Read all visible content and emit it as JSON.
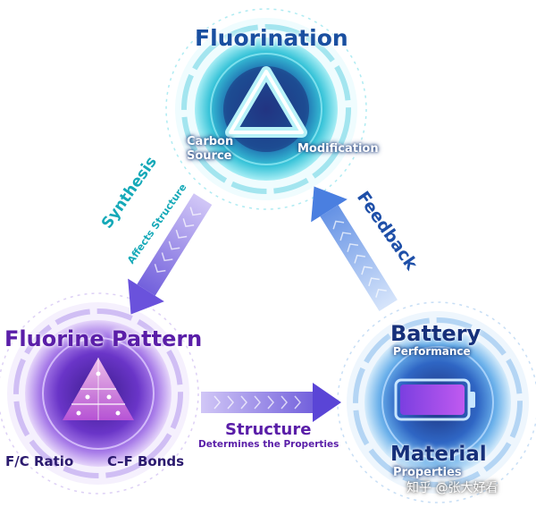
{
  "nodes": {
    "fluorination": {
      "title": "Fluorination",
      "left_label_line1": "Carbon",
      "left_label_line2": "Source",
      "right_label": "Modification"
    },
    "fluorine_pattern": {
      "title": "Fluorine Pattern",
      "left_label": "F/C Ratio",
      "right_label": "C–F Bonds"
    },
    "battery": {
      "title": "Battery",
      "subtitle": "Performance",
      "bottom_title": "Material",
      "bottom_subtitle": "Properties"
    }
  },
  "arrows": {
    "synthesis": {
      "title": "Synthesis",
      "subtitle": "Affects Structure"
    },
    "structure": {
      "title": "Structure",
      "subtitle": "Determines the Properties"
    },
    "feedback": {
      "title": "Feedback"
    }
  },
  "watermark": "知乎 @张大好看",
  "colors": {
    "teal": "#15a9b8",
    "blue": "#1a4fa0",
    "purple": "#5a1ea8",
    "arrow_purple": "#7a5fe0"
  },
  "icons": {
    "fluorination": "triangle-cycle-icon",
    "fluorine_pattern": "crystal-pyramid-icon",
    "battery": "battery-icon"
  }
}
